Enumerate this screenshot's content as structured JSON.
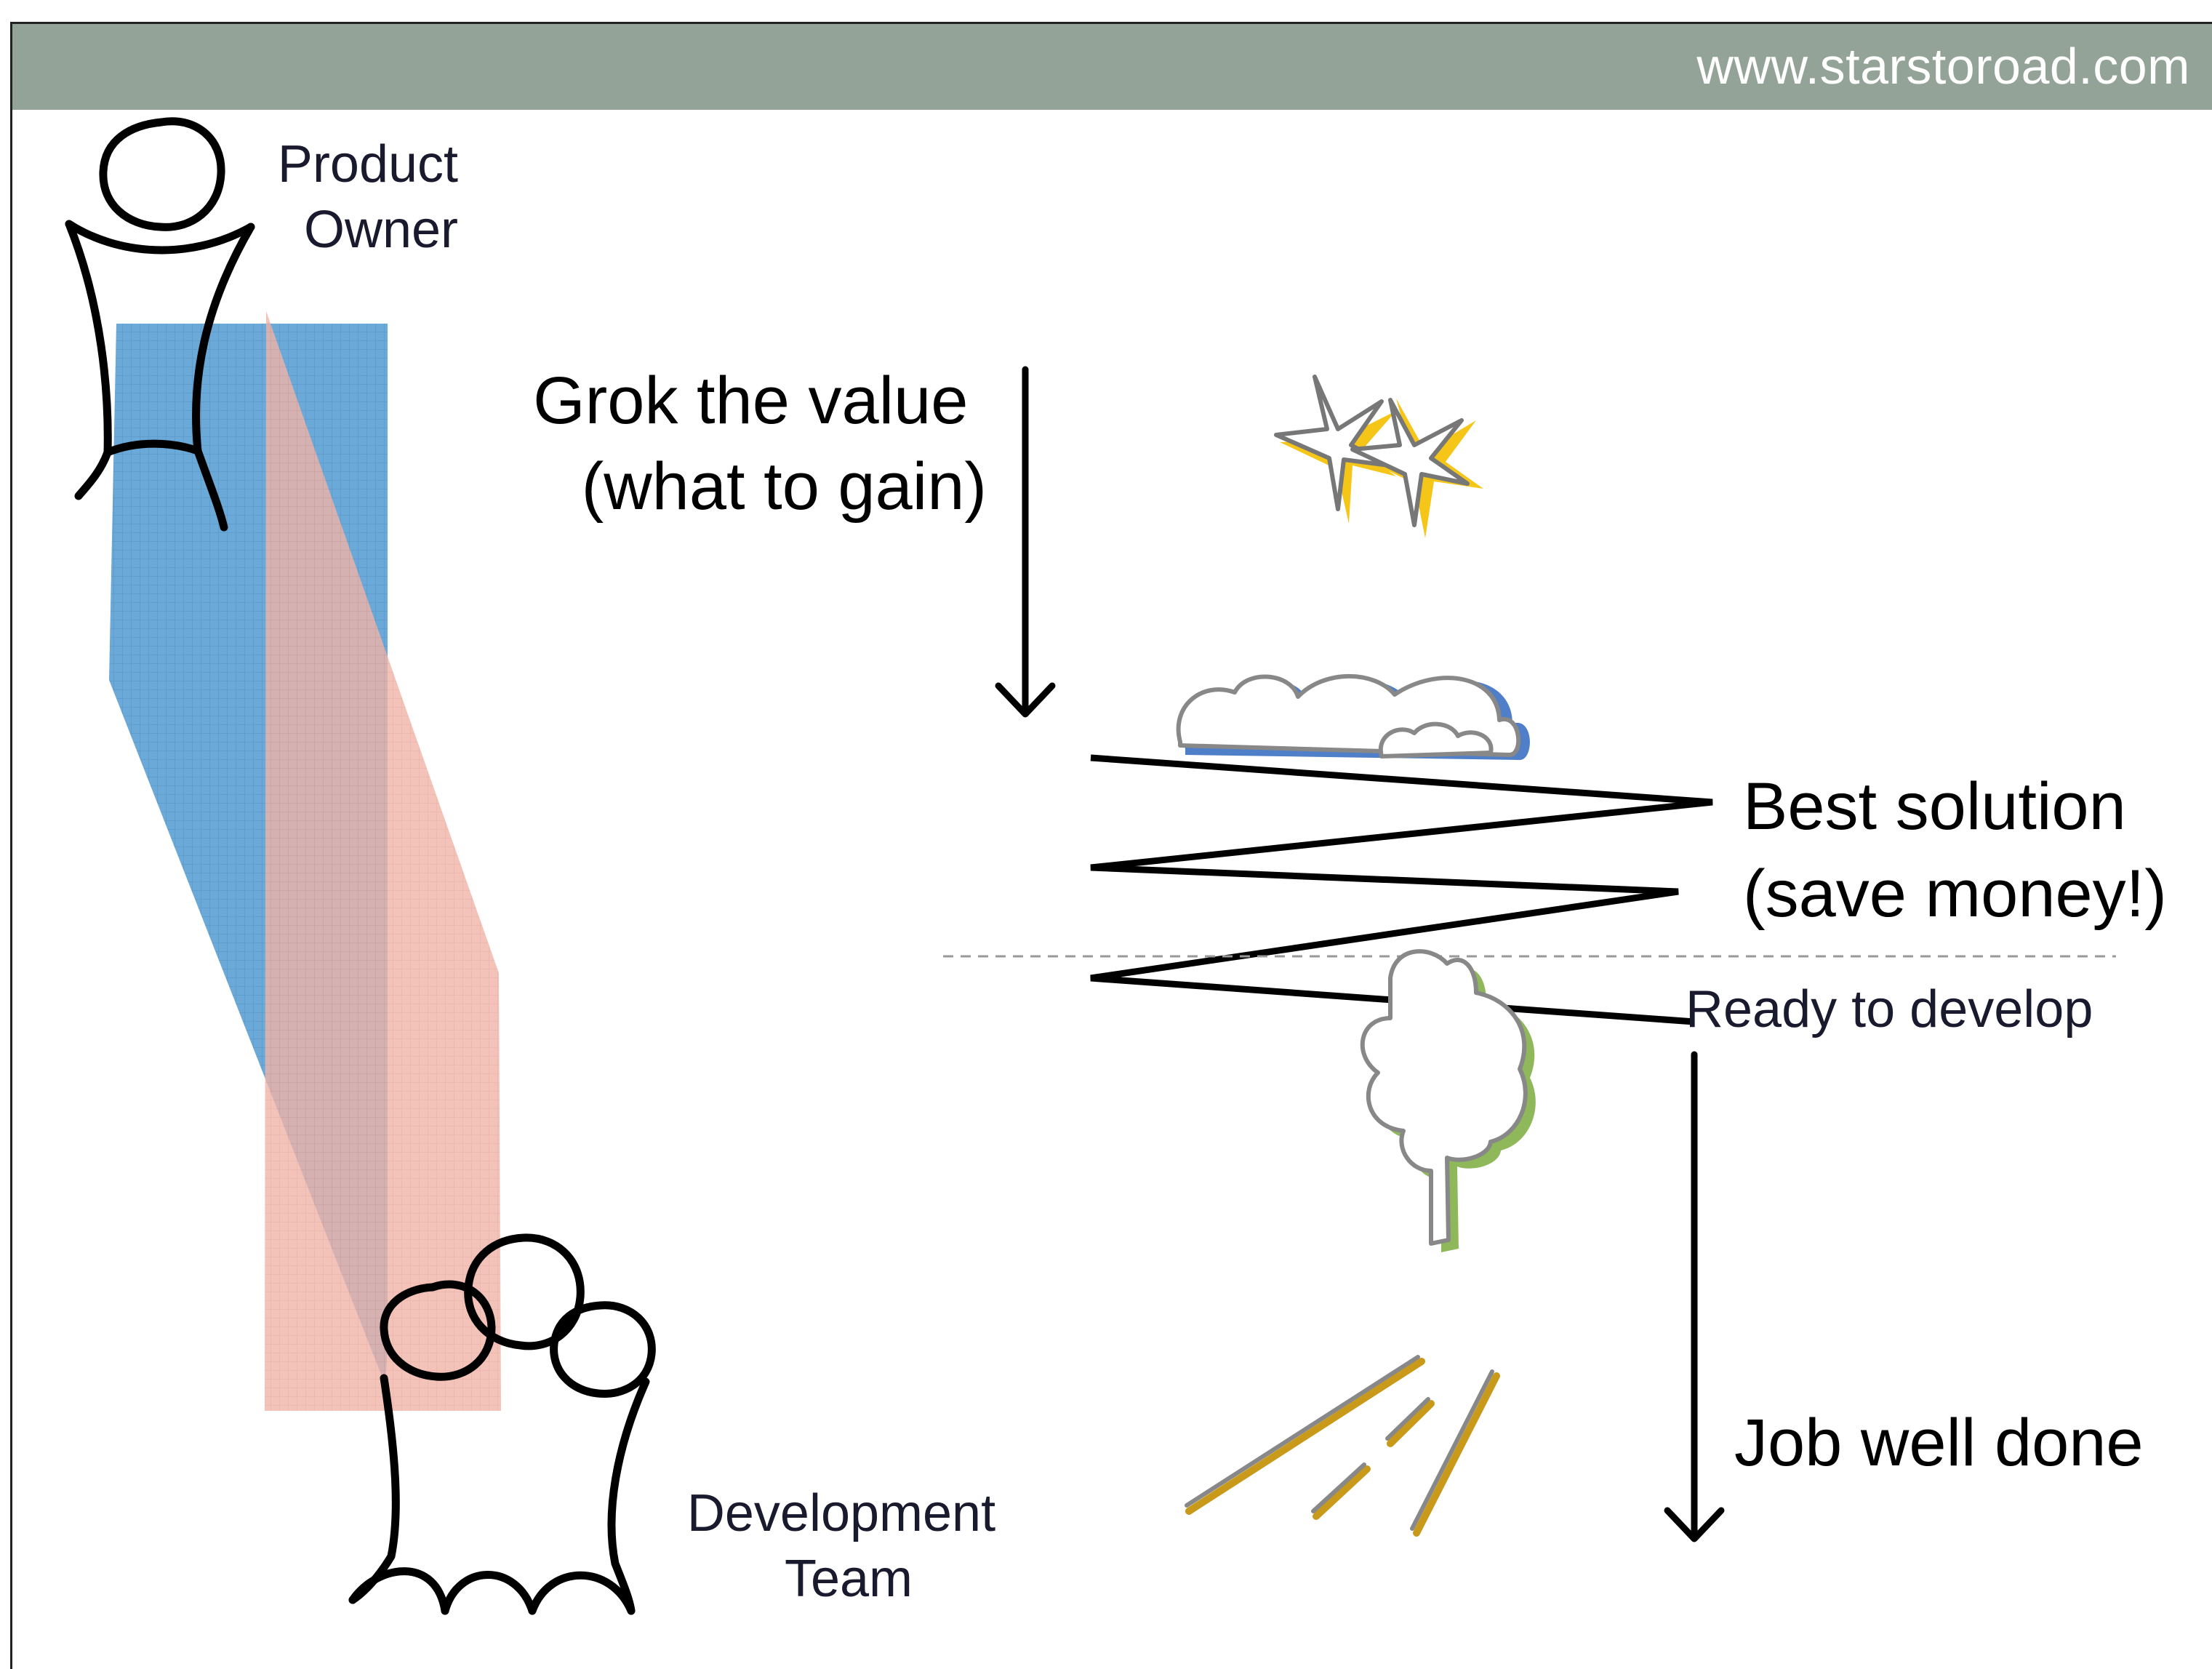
{
  "header": {
    "site_url": "www.starstoroad.com",
    "bar_color": "#94a397"
  },
  "roles": {
    "product_owner": [
      "Product",
      "Owner"
    ],
    "development_team": [
      "Development",
      "Team"
    ]
  },
  "phases": {
    "grok": [
      "Grok the value",
      "(what to gain)"
    ],
    "best_solution": [
      "Best solution",
      "(save money!)"
    ],
    "ready": "Ready to develop",
    "job_done": "Job well done"
  },
  "icons": [
    "stars-icon",
    "cloud-icon",
    "tree-icon",
    "road-icon",
    "person-icon",
    "team-icon"
  ],
  "colors": {
    "product_owner_band": "#5a9fd4",
    "team_band": "#f0b3a8",
    "stars": "#f5c518",
    "cloud_shadow": "#4f7fc8",
    "tree_shadow": "#8fb85a",
    "road": "#c99a1a"
  }
}
